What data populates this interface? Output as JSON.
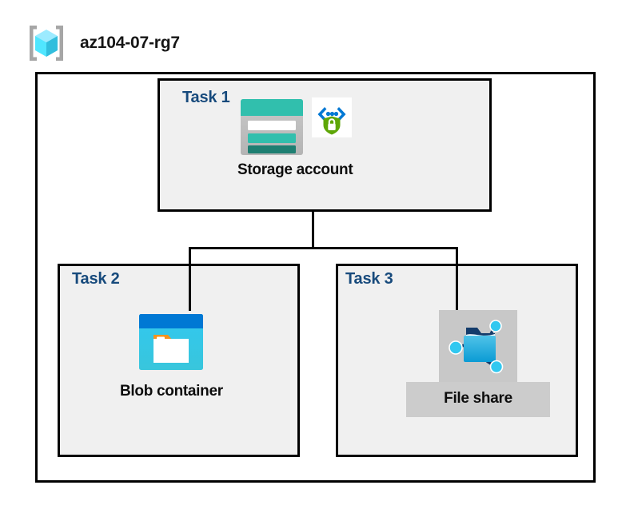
{
  "header": {
    "icon": "resource-group-icon",
    "title": "az104-07-rg7"
  },
  "diagram": {
    "type": "azure-architecture-diagram",
    "container_name": "az104-07-rg7",
    "colors": {
      "task_label": "#174A7C",
      "box_fill": "#F0F0F0",
      "box_border": "#000000",
      "outer_fill": "#FFFFFF",
      "node_label": "#0D0D0D",
      "highlight_bg": "#CCCCCC",
      "storage_teal": "#31BFAD",
      "storage_dark_teal": "#1E7F72",
      "blob_blue": "#0078D4",
      "blob_cyan": "#32C8E6",
      "blob_orange": "#F7931E",
      "shield_green": "#5EA607",
      "cube_cyan": "#50E6FF"
    },
    "tasks": [
      {
        "id": "task-1",
        "label": "Task 1",
        "node": {
          "name": "storage-account",
          "label": "Storage account",
          "icons": [
            "storage-account-icon",
            "private-endpoint-shield-icon"
          ],
          "highlighted": false
        }
      },
      {
        "id": "task-2",
        "label": "Task 2",
        "node": {
          "name": "blob-container",
          "label": "Blob container",
          "icons": [
            "blob-container-icon"
          ],
          "highlighted": false
        }
      },
      {
        "id": "task-3",
        "label": "Task 3",
        "node": {
          "name": "file-share",
          "label": "File share",
          "icons": [
            "file-share-icon"
          ],
          "highlighted": true
        }
      }
    ],
    "connections": [
      {
        "from": "storage-account",
        "to": "blob-container"
      },
      {
        "from": "storage-account",
        "to": "file-share"
      }
    ]
  }
}
